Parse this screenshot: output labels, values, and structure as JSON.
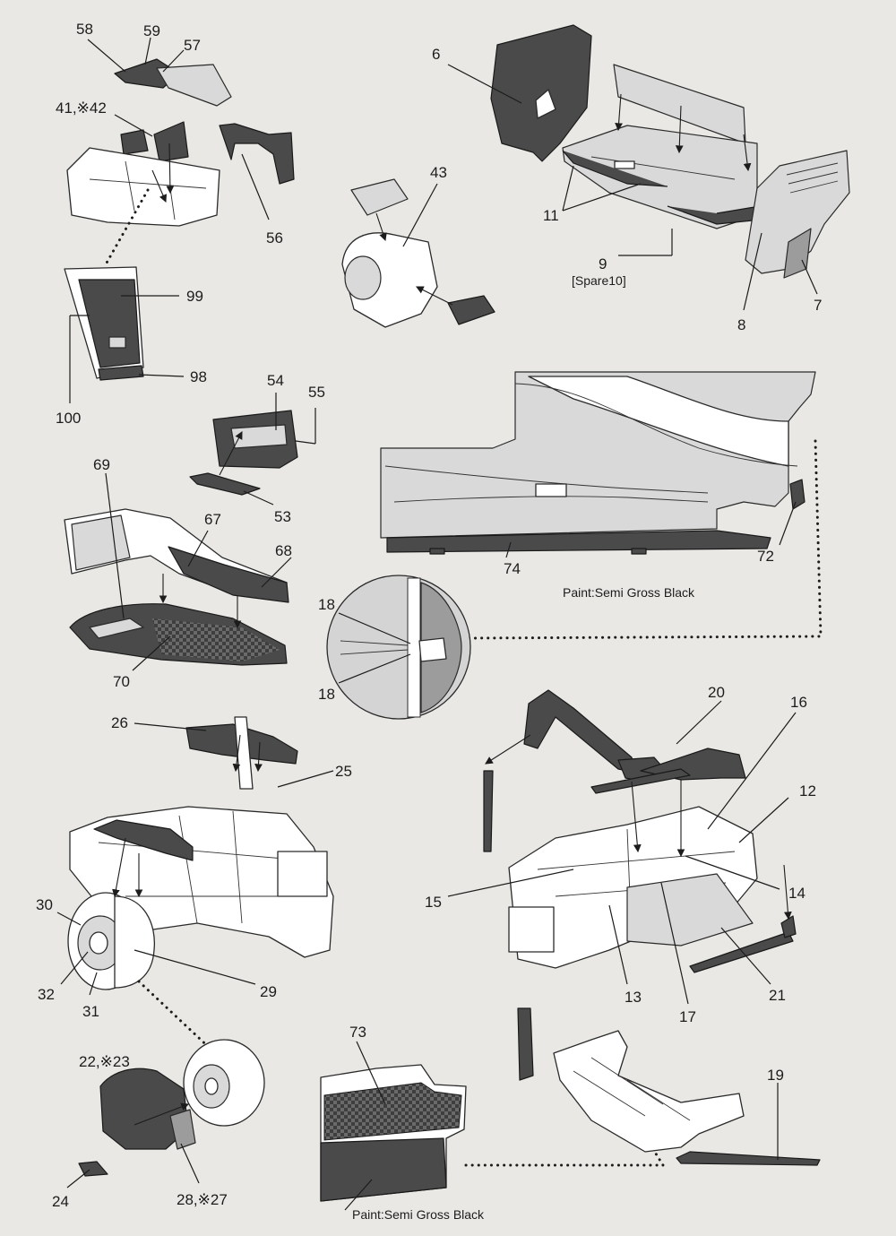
{
  "parts": {
    "p58": "58",
    "p59": "59",
    "p57": "57",
    "p41": "41,※42",
    "p56": "56",
    "p99": "99",
    "p100": "100",
    "p98": "98",
    "p6": "6",
    "p43": "43",
    "p11": "11",
    "p9": "9",
    "p10": "[Spare10]",
    "p8": "8",
    "p7": "7",
    "p54": "54",
    "p55": "55",
    "p53": "53",
    "p69": "69",
    "p67": "67",
    "p68": "68",
    "p70": "70",
    "p74": "74",
    "p72": "72",
    "p18a": "18",
    "p18b": "18",
    "p20": "20",
    "p16": "16",
    "p12": "12",
    "p14": "14",
    "p15": "15",
    "p13": "13",
    "p17": "17",
    "p21": "21",
    "p26": "26",
    "p25": "25",
    "p30": "30",
    "p29": "29",
    "p32": "32",
    "p31": "31",
    "p22": "22,※23",
    "p24": "24",
    "p28": "28,※27",
    "p73": "73",
    "p19": "19"
  },
  "notes": {
    "paint_upper": "Paint:Semi Gross Black",
    "paint_lower": "Paint:Semi Gross Black"
  },
  "colors": {
    "background": "#e9e8e4",
    "ink": "#1c1c1c",
    "light_part": "#d9d9d9",
    "mid_part": "#9c9c9c",
    "dark_part": "#4a4a4a"
  }
}
